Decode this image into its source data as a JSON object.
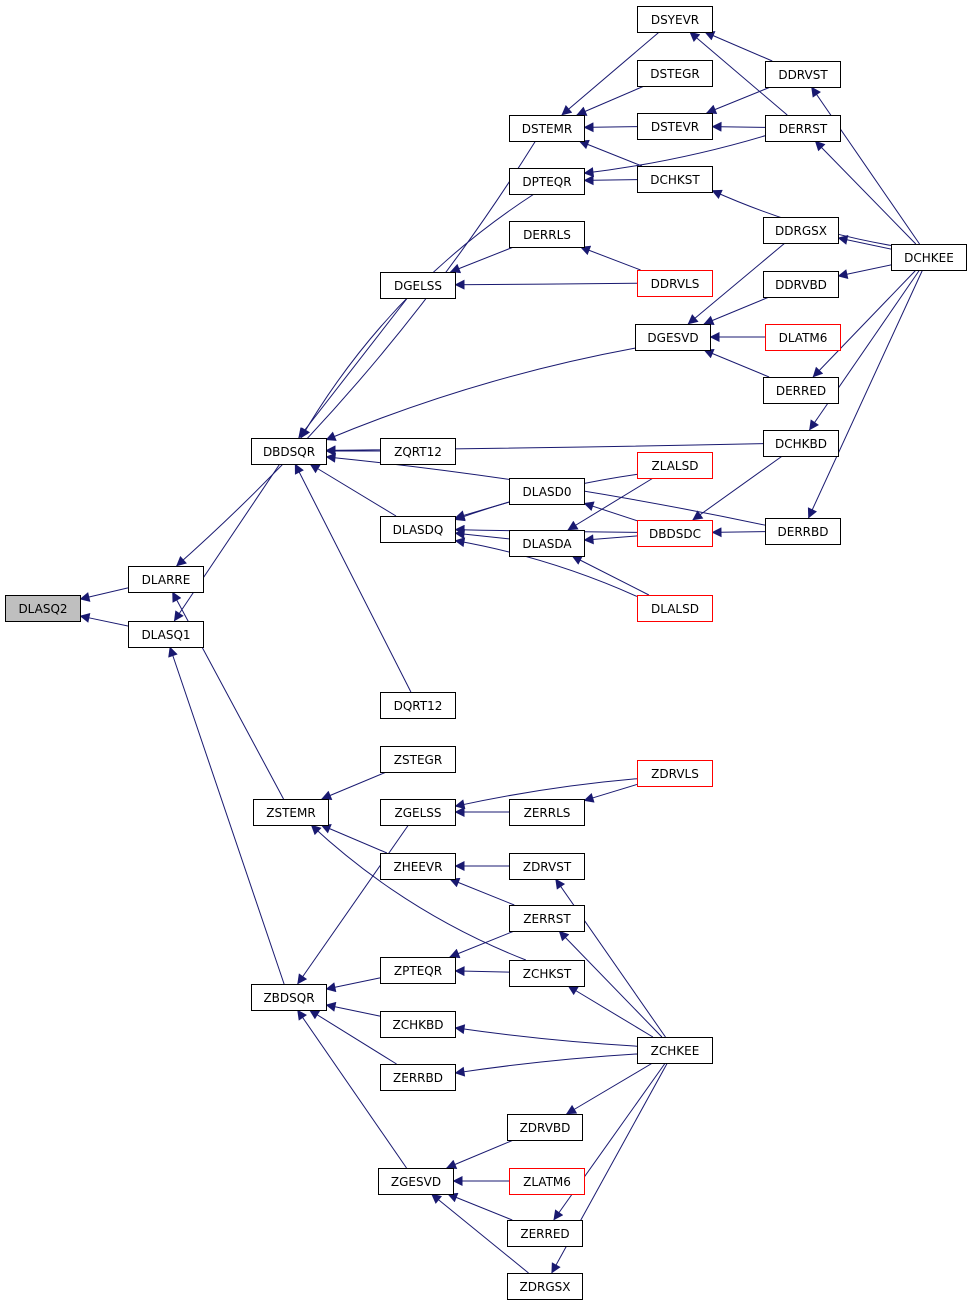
{
  "colors": {
    "edge": "#191970",
    "border_default": "#000000",
    "border_highlight": "#ff0000",
    "fill_default": "#ffffff",
    "fill_root": "#bfbfbf"
  },
  "nodes": [
    {
      "id": "DLASQ2",
      "label": "DLASQ2",
      "style": "root"
    },
    {
      "id": "DLARRE",
      "label": "DLARRE",
      "style": "default"
    },
    {
      "id": "DLASQ1",
      "label": "DLASQ1",
      "style": "default"
    },
    {
      "id": "DBDSQR",
      "label": "DBDSQR",
      "style": "default"
    },
    {
      "id": "ZSTEMR",
      "label": "ZSTEMR",
      "style": "default"
    },
    {
      "id": "ZBDSQR",
      "label": "ZBDSQR",
      "style": "default"
    },
    {
      "id": "DGELSS",
      "label": "DGELSS",
      "style": "default"
    },
    {
      "id": "ZQRT12",
      "label": "ZQRT12",
      "style": "default"
    },
    {
      "id": "DLASDQ",
      "label": "DLASDQ",
      "style": "default"
    },
    {
      "id": "DQRT12",
      "label": "DQRT12",
      "style": "default"
    },
    {
      "id": "ZSTEGR",
      "label": "ZSTEGR",
      "style": "default"
    },
    {
      "id": "ZGELSS",
      "label": "ZGELSS",
      "style": "default"
    },
    {
      "id": "ZHEEVR",
      "label": "ZHEEVR",
      "style": "default"
    },
    {
      "id": "ZPTEQR",
      "label": "ZPTEQR",
      "style": "default"
    },
    {
      "id": "ZCHKBD",
      "label": "ZCHKBD",
      "style": "default"
    },
    {
      "id": "ZERRBD",
      "label": "ZERRBD",
      "style": "default"
    },
    {
      "id": "ZGESVD",
      "label": "ZGESVD",
      "style": "default"
    },
    {
      "id": "DSTEMR",
      "label": "DSTEMR",
      "style": "default"
    },
    {
      "id": "DPTEQR",
      "label": "DPTEQR",
      "style": "default"
    },
    {
      "id": "DERRLS",
      "label": "DERRLS",
      "style": "default"
    },
    {
      "id": "DLASD0",
      "label": "DLASD0",
      "style": "default"
    },
    {
      "id": "DLASDA",
      "label": "DLASDA",
      "style": "default"
    },
    {
      "id": "ZERRLS",
      "label": "ZERRLS",
      "style": "default"
    },
    {
      "id": "ZDRVST",
      "label": "ZDRVST",
      "style": "default"
    },
    {
      "id": "ZERRST",
      "label": "ZERRST",
      "style": "default"
    },
    {
      "id": "ZCHKST",
      "label": "ZCHKST",
      "style": "default"
    },
    {
      "id": "ZDRVBD",
      "label": "ZDRVBD",
      "style": "default"
    },
    {
      "id": "ZLATM6",
      "label": "ZLATM6",
      "style": "highlight"
    },
    {
      "id": "ZERRED",
      "label": "ZERRED",
      "style": "default"
    },
    {
      "id": "ZDRGSX",
      "label": "ZDRGSX",
      "style": "default"
    },
    {
      "id": "DSYEVR",
      "label": "DSYEVR",
      "style": "default"
    },
    {
      "id": "DSTEGR",
      "label": "DSTEGR",
      "style": "default"
    },
    {
      "id": "DSTEVR",
      "label": "DSTEVR",
      "style": "default"
    },
    {
      "id": "DCHKST",
      "label": "DCHKST",
      "style": "default"
    },
    {
      "id": "DDRVLS",
      "label": "DDRVLS",
      "style": "highlight"
    },
    {
      "id": "DGESVD",
      "label": "DGESVD",
      "style": "default"
    },
    {
      "id": "ZLALSD",
      "label": "ZLALSD",
      "style": "highlight"
    },
    {
      "id": "DBDSDC",
      "label": "DBDSDC",
      "style": "highlight"
    },
    {
      "id": "DLALSD",
      "label": "DLALSD",
      "style": "highlight"
    },
    {
      "id": "ZDRVLS",
      "label": "ZDRVLS",
      "style": "highlight"
    },
    {
      "id": "ZCHKEE",
      "label": "ZCHKEE",
      "style": "default"
    },
    {
      "id": "DDRVST",
      "label": "DDRVST",
      "style": "default"
    },
    {
      "id": "DERRST",
      "label": "DERRST",
      "style": "default"
    },
    {
      "id": "DDRGSX",
      "label": "DDRGSX",
      "style": "default"
    },
    {
      "id": "DDRVBD",
      "label": "DDRVBD",
      "style": "default"
    },
    {
      "id": "DLATM6",
      "label": "DLATM6",
      "style": "highlight"
    },
    {
      "id": "DERRED",
      "label": "DERRED",
      "style": "default"
    },
    {
      "id": "DCHKBD",
      "label": "DCHKBD",
      "style": "default"
    },
    {
      "id": "DERRBD",
      "label": "DERRBD",
      "style": "default"
    },
    {
      "id": "DCHKEE",
      "label": "DCHKEE",
      "style": "default"
    }
  ],
  "edges": [
    {
      "from": "DLARRE",
      "to": "DLASQ2"
    },
    {
      "from": "DLASQ1",
      "to": "DLASQ2"
    },
    {
      "from": "DSTEMR",
      "to": "DLARRE"
    },
    {
      "from": "ZSTEMR",
      "to": "DLARRE"
    },
    {
      "from": "DBDSQR",
      "to": "DLASQ1"
    },
    {
      "from": "ZBDSQR",
      "to": "DLASQ1"
    },
    {
      "from": "DSYEVR",
      "to": "DSTEMR"
    },
    {
      "from": "DSTEGR",
      "to": "DSTEMR"
    },
    {
      "from": "DSTEVR",
      "to": "DSTEMR"
    },
    {
      "from": "DCHKST",
      "to": "DSTEMR"
    },
    {
      "from": "DDRVST",
      "to": "DSYEVR"
    },
    {
      "from": "DERRST",
      "to": "DSYEVR"
    },
    {
      "from": "DDRVST",
      "to": "DSTEVR"
    },
    {
      "from": "DERRST",
      "to": "DSTEVR"
    },
    {
      "from": "DCHKEE",
      "to": "DDRVST"
    },
    {
      "from": "DCHKEE",
      "to": "DERRST"
    },
    {
      "from": "DCHKEE",
      "to": "DCHKST"
    },
    {
      "from": "DCHKST",
      "to": "DPTEQR"
    },
    {
      "from": "DERRST",
      "to": "DPTEQR"
    },
    {
      "from": "DPTEQR",
      "to": "DBDSQR"
    },
    {
      "from": "DGELSS",
      "to": "DBDSQR"
    },
    {
      "from": "DGESVD",
      "to": "DBDSQR"
    },
    {
      "from": "DCHKBD",
      "to": "DBDSQR"
    },
    {
      "from": "ZQRT12",
      "to": "DBDSQR"
    },
    {
      "from": "DLASDQ",
      "to": "DBDSQR"
    },
    {
      "from": "DERRBD",
      "to": "DBDSQR"
    },
    {
      "from": "DQRT12",
      "to": "DBDSQR"
    },
    {
      "from": "DERRLS",
      "to": "DGELSS"
    },
    {
      "from": "DDRVLS",
      "to": "DGELSS"
    },
    {
      "from": "DDRVLS",
      "to": "DERRLS"
    },
    {
      "from": "DDRGSX",
      "to": "DGESVD"
    },
    {
      "from": "DDRVBD",
      "to": "DGESVD"
    },
    {
      "from": "DLATM6",
      "to": "DGESVD"
    },
    {
      "from": "DERRED",
      "to": "DGESVD"
    },
    {
      "from": "DCHKEE",
      "to": "DDRGSX"
    },
    {
      "from": "DCHKEE",
      "to": "DDRVBD"
    },
    {
      "from": "DCHKEE",
      "to": "DERRED"
    },
    {
      "from": "DCHKEE",
      "to": "DCHKBD"
    },
    {
      "from": "DCHKEE",
      "to": "DERRBD"
    },
    {
      "from": "DLASD0",
      "to": "DLASDQ"
    },
    {
      "from": "DLASDA",
      "to": "DLASDQ"
    },
    {
      "from": "ZLALSD",
      "to": "DLASDQ"
    },
    {
      "from": "DBDSDC",
      "to": "DLASDQ"
    },
    {
      "from": "DLALSD",
      "to": "DLASDQ"
    },
    {
      "from": "DBDSDC",
      "to": "DLASD0"
    },
    {
      "from": "ZLALSD",
      "to": "DLASDA"
    },
    {
      "from": "DBDSDC",
      "to": "DLASDA"
    },
    {
      "from": "DLALSD",
      "to": "DLASDA"
    },
    {
      "from": "DCHKBD",
      "to": "DBDSDC"
    },
    {
      "from": "DERRBD",
      "to": "DBDSDC"
    },
    {
      "from": "ZSTEGR",
      "to": "ZSTEMR"
    },
    {
      "from": "ZHEEVR",
      "to": "ZSTEMR"
    },
    {
      "from": "ZCHKST",
      "to": "ZSTEMR"
    },
    {
      "from": "ZDRVST",
      "to": "ZHEEVR"
    },
    {
      "from": "ZERRST",
      "to": "ZHEEVR"
    },
    {
      "from": "ZCHKEE",
      "to": "ZDRVST"
    },
    {
      "from": "ZCHKEE",
      "to": "ZERRST"
    },
    {
      "from": "ZCHKEE",
      "to": "ZCHKST"
    },
    {
      "from": "ZGELSS",
      "to": "ZBDSQR"
    },
    {
      "from": "ZPTEQR",
      "to": "ZBDSQR"
    },
    {
      "from": "ZCHKBD",
      "to": "ZBDSQR"
    },
    {
      "from": "ZERRBD",
      "to": "ZBDSQR"
    },
    {
      "from": "ZGESVD",
      "to": "ZBDSQR"
    },
    {
      "from": "ZDRVLS",
      "to": "ZGELSS"
    },
    {
      "from": "ZERRLS",
      "to": "ZGELSS"
    },
    {
      "from": "ZDRVLS",
      "to": "ZERRLS"
    },
    {
      "from": "ZERRST",
      "to": "ZPTEQR"
    },
    {
      "from": "ZCHKST",
      "to": "ZPTEQR"
    },
    {
      "from": "ZCHKEE",
      "to": "ZCHKBD"
    },
    {
      "from": "ZCHKEE",
      "to": "ZERRBD"
    },
    {
      "from": "ZDRVBD",
      "to": "ZGESVD"
    },
    {
      "from": "ZLATM6",
      "to": "ZGESVD"
    },
    {
      "from": "ZERRED",
      "to": "ZGESVD"
    },
    {
      "from": "ZDRGSX",
      "to": "ZGESVD"
    },
    {
      "from": "ZCHKEE",
      "to": "ZDRVBD"
    },
    {
      "from": "ZCHKEE",
      "to": "ZERRED"
    },
    {
      "from": "ZCHKEE",
      "to": "ZDRGSX"
    }
  ]
}
